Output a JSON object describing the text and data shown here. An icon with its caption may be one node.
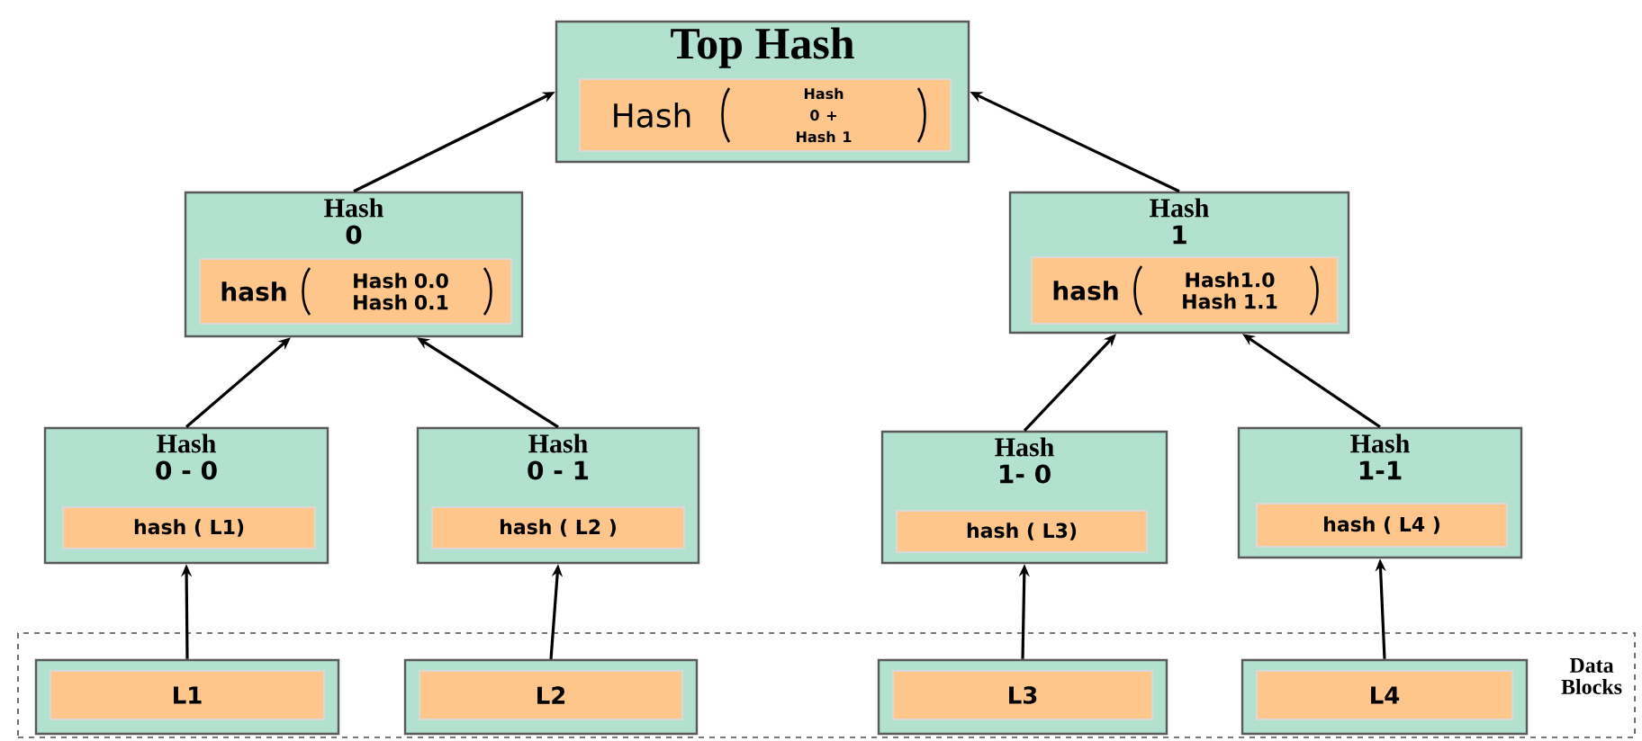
{
  "diagram": {
    "nodes": [
      {
        "text": [
          "Top Hash"
        ]
      },
      {
        "text": [
          "Hash",
          "Hash 0 + Hash 1"
        ],
        "in": 0
      },
      {
        "text": [
          "Hash",
          "0"
        ]
      },
      {
        "text": [
          "hash",
          "Hash 0.0 Hash 0.1"
        ],
        "in": 2
      },
      {
        "text": [
          "Hash",
          "1"
        ]
      },
      {
        "text": [
          "hash",
          "Hash1.0 Hash 1.1"
        ],
        "in": 4
      },
      {
        "text": [
          "Hash",
          "0 - 0"
        ]
      },
      {
        "text": [
          "hash ( L1)"
        ],
        "in": 6
      },
      {
        "text": [
          "Hash",
          "0 - 1"
        ]
      },
      {
        "text": [
          "hash ( L2 )"
        ],
        "in": 8
      },
      {
        "text": [
          "Hash",
          "1- 0"
        ]
      },
      {
        "text": [
          "hash ( L3)"
        ],
        "in": 10
      },
      {
        "text": [
          "Hash",
          "1-1"
        ]
      },
      {
        "text": [
          "hash ( L4 )"
        ],
        "in": 12
      },
      {
        "text": [
          "Data Blocks"
        ]
      },
      {
        "text": [],
        "shape": "box",
        "in": 14
      },
      {
        "text": [
          "L1"
        ],
        "in": 15
      },
      {
        "text": [],
        "shape": "box",
        "in": 14
      },
      {
        "text": [
          "L2"
        ],
        "in": 17
      },
      {
        "text": [],
        "shape": "box",
        "in": 14
      },
      {
        "text": [
          "L3"
        ],
        "in": 19
      },
      {
        "text": [],
        "shape": "box",
        "in": 14
      },
      {
        "text": [
          "L4"
        ],
        "in": 21
      }
    ],
    "edges": [
      {
        "from": 2,
        "to": 0,
        "arrow": "to"
      },
      {
        "from": 4,
        "to": 0,
        "arrow": "to"
      },
      {
        "from": 6,
        "to": 2,
        "arrow": "to"
      },
      {
        "from": 8,
        "to": 2,
        "arrow": "to"
      },
      {
        "from": 10,
        "to": 4,
        "arrow": "to"
      },
      {
        "from": 12,
        "to": 4,
        "arrow": "to"
      },
      {
        "from": 15,
        "to": 6,
        "arrow": "to"
      },
      {
        "from": 17,
        "to": 8,
        "arrow": "to"
      },
      {
        "from": 19,
        "to": 10,
        "arrow": "to"
      },
      {
        "from": 21,
        "to": 12,
        "arrow": "to"
      }
    ]
  }
}
